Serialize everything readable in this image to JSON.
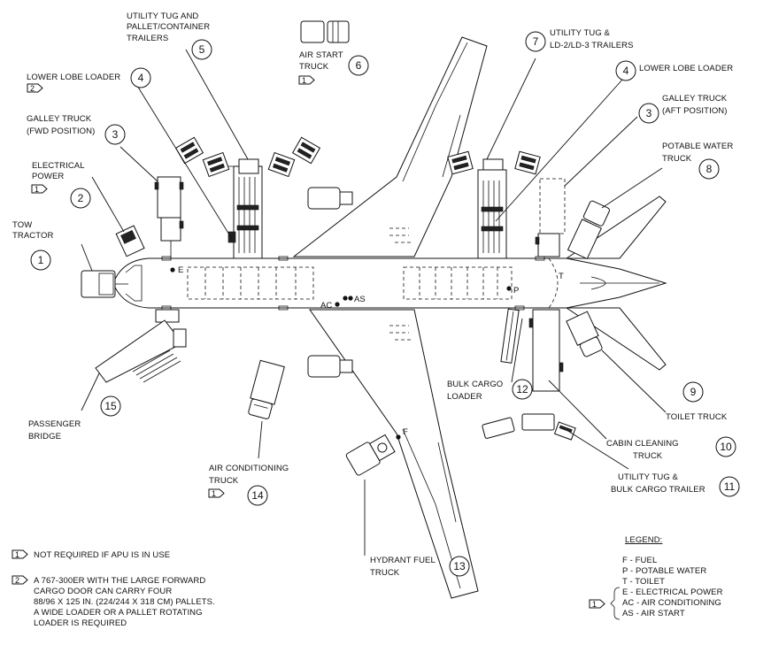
{
  "callouts": [
    {
      "num": "1",
      "lines": [
        "TOW",
        "TRACTOR"
      ]
    },
    {
      "num": "2",
      "lines": [
        "ELECTRICAL",
        "POWER"
      ]
    },
    {
      "num": "3",
      "lines": [
        "GALLEY TRUCK",
        "(FWD POSITION)"
      ]
    },
    {
      "num": "4",
      "lines": [
        "LOWER LOBE LOADER"
      ]
    },
    {
      "num": "5",
      "lines": [
        "UTILITY TUG AND",
        "PALLET/CONTAINER",
        "TRAILERS"
      ]
    },
    {
      "num": "6",
      "lines": [
        "AIR START",
        "TRUCK"
      ]
    },
    {
      "num": "7",
      "lines": [
        "UTILITY TUG &",
        "LD-2/LD-3 TRAILERS"
      ]
    },
    {
      "num": "4",
      "lines": [
        "LOWER LOBE LOADER"
      ]
    },
    {
      "num": "3",
      "lines": [
        "GALLEY TRUCK",
        "(AFT POSITION)"
      ]
    },
    {
      "num": "8",
      "lines": [
        "POTABLE WATER",
        "TRUCK"
      ]
    },
    {
      "num": "9",
      "lines": [
        "TOILET TRUCK"
      ]
    },
    {
      "num": "10",
      "lines": [
        "CABIN CLEANING",
        "TRUCK"
      ]
    },
    {
      "num": "11",
      "lines": [
        "UTILITY TUG &",
        "BULK CARGO TRAILER"
      ]
    },
    {
      "num": "12",
      "lines": [
        "BULK CARGO",
        "LOADER"
      ]
    },
    {
      "num": "13",
      "lines": [
        "HYDRANT FUEL",
        "TRUCK"
      ]
    },
    {
      "num": "14",
      "lines": [
        "AIR CONDITIONING",
        "TRUCK"
      ]
    },
    {
      "num": "15",
      "lines": [
        "PASSENGER",
        "BRIDGE"
      ]
    }
  ],
  "flags": [
    "2",
    "1",
    "1",
    "1"
  ],
  "service_points": {
    "E": "E",
    "P": "P",
    "T": "T",
    "F": "F",
    "AC": "AC",
    "AS": "AS"
  },
  "notes": [
    {
      "flag": "1",
      "lines": [
        "NOT REQUIRED IF APU IS IN USE"
      ]
    },
    {
      "flag": "2",
      "lines": [
        "A 767-300ER WITH THE LARGE FORWARD",
        "CARGO DOOR CAN CARRY FOUR",
        "88/96 X 125 IN. (224/244 X 318 CM) PALLETS.",
        "A WIDE LOADER OR A PALLET ROTATING",
        "LOADER IS REQUIRED"
      ]
    }
  ],
  "legend": {
    "title": "LEGEND:",
    "items": [
      "F - FUEL",
      "P - POTABLE WATER",
      "T - TOILET",
      "E - ELECTRICAL POWER",
      "AC - AIR CONDITIONING",
      "AS - AIR START"
    ],
    "flag": "1"
  }
}
